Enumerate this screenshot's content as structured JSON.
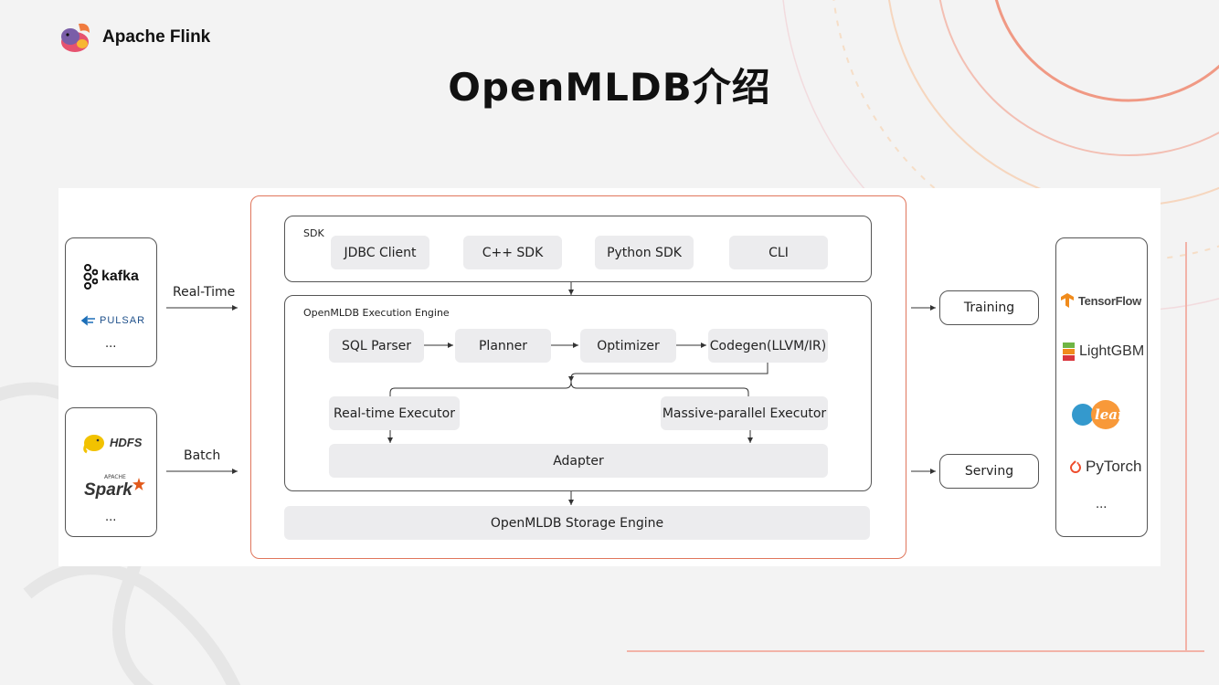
{
  "brand": {
    "name": "Apache Flink"
  },
  "title": "OpenMLDB介绍",
  "sources": {
    "realtime": {
      "items": [
        "kafka",
        "PULSAR"
      ],
      "more": "..."
    },
    "batch": {
      "items": [
        "HDFS",
        "Spark"
      ],
      "spark_apache": "APACHE",
      "more": "..."
    }
  },
  "flows": {
    "realtime": "Real-Time",
    "batch": "Batch"
  },
  "sdk": {
    "label": "SDK",
    "items": [
      "JDBC Client",
      "C++ SDK",
      "Python SDK",
      "CLI"
    ]
  },
  "engine": {
    "label": "OpenMLDB Execution Engine",
    "pipeline": [
      "SQL Parser",
      "Planner",
      "Optimizer",
      "Codegen(LLVM/IR)"
    ],
    "executors": [
      "Real-time Executor",
      "Massive-parallel Executor"
    ],
    "adapter": "Adapter"
  },
  "storage": "OpenMLDB Storage Engine",
  "outputs": [
    "Training",
    "Serving"
  ],
  "frameworks": {
    "items": [
      "TensorFlow",
      "LightGBM",
      "learn",
      "PyTorch"
    ],
    "more": "..."
  },
  "colors": {
    "accent": "#e0765c",
    "chip": "#ececee",
    "border": "#555555"
  }
}
